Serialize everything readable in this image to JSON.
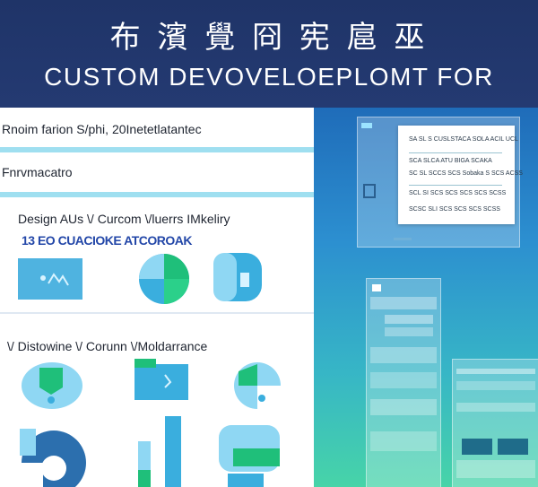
{
  "banner": {
    "title_cn": "布 濱 覺 冏 宪 扈 巫",
    "title_en": "CUSTOM DEVOVELOEPLOMT FOR"
  },
  "left": {
    "row1": "Rnoim farion  S/phi, 20Inetetlatantec",
    "row2": "Fnrvmacatro",
    "section1_title": "Design AUs  \\/ Curcom  \\/luerrs  IMkeliry",
    "section1_sub": "13  EO CUACIOKE ATCOROAK",
    "section2_title": "\\/ Distowine   \\/ Corunn  \\/Moldarrance"
  },
  "right": {
    "card_lines": [
      "SA SL S CUSLSTACA SOLA  ACIL UCL",
      "SCA SLCA  ATU BIGA SCAKA",
      "SC SL SCCS SCS Sobaka S  SCS ACSS",
      "SCL SI SCS SCS SCS SCS SCSS",
      "SCSC SLI SCS SCS SCS SCSS"
    ]
  },
  "colors": {
    "banner": "#1f3468",
    "accent_blue": "#2e9fd8",
    "accent_green": "#1fbf7a",
    "light_bar": "#9fdff0"
  }
}
